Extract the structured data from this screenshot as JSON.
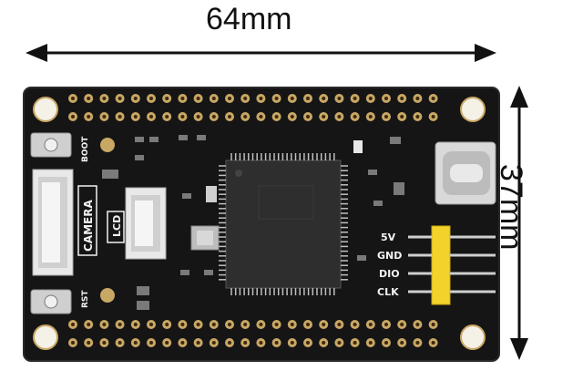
{
  "dimensions": {
    "width": "64mm",
    "height": "37mm"
  },
  "board": {
    "silkscreen": {
      "boot": "BOOT",
      "rst": "RST",
      "camera": "CAMERA",
      "lcd": "LCD",
      "pins": [
        "5V",
        "GND",
        "DIO",
        "CLK"
      ]
    },
    "colors": {
      "pcb": "#151515",
      "pin_pad": "#c9a765",
      "header": "#f3d22b",
      "pins_metal": "#d8d8d8",
      "chip": "#2e2e2e"
    }
  }
}
